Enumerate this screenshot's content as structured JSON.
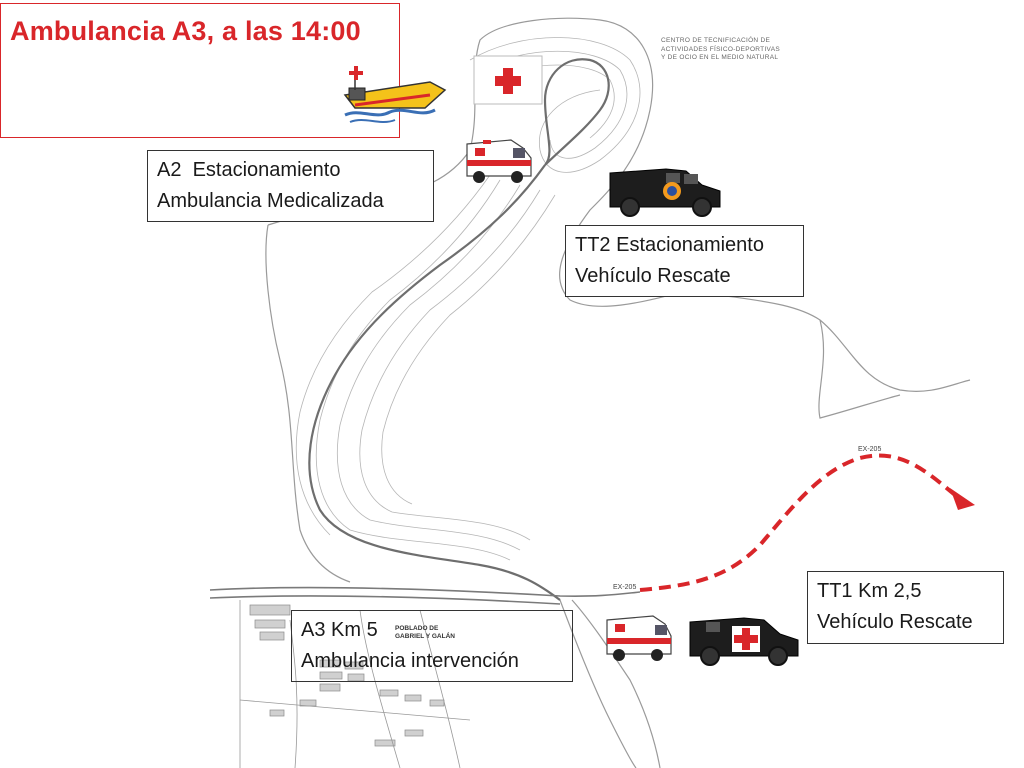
{
  "title": "Ambulancia A3, a las 14:00",
  "center_name": [
    "CENTRO DE TECNIFICACIÓN DE",
    "ACTIVIDADES FÍSICO-DEPORTIVAS",
    "Y DE OCIO EN EL MEDIO NATURAL"
  ],
  "village": [
    "POBLADO DE",
    "GABRIEL Y GALÁN"
  ],
  "road_labels": {
    "road_west": "EX-205",
    "road_east": "EX-205"
  },
  "locations": {
    "a2": {
      "line1": "A2  Estacionamiento",
      "line2": "Ambulancia Medicalizada"
    },
    "tt2": {
      "line1": "TT2 Estacionamiento",
      "line2": "Vehículo Rescate"
    },
    "a3": {
      "line1": "A3 Km 5",
      "line2": "Ambulancia intervención"
    },
    "tt1": {
      "line1": "TT1 Km 2,5",
      "line2": "Vehículo Rescate"
    }
  },
  "colors": {
    "accent_red": "#d9262a",
    "route_dash": "#d9262a",
    "map_line": "#888888"
  },
  "icons": [
    "rescue-boat-icon",
    "first-aid-flag-icon",
    "ambulance-icon",
    "rescue-suv-icon",
    "route-arrow-icon"
  ]
}
